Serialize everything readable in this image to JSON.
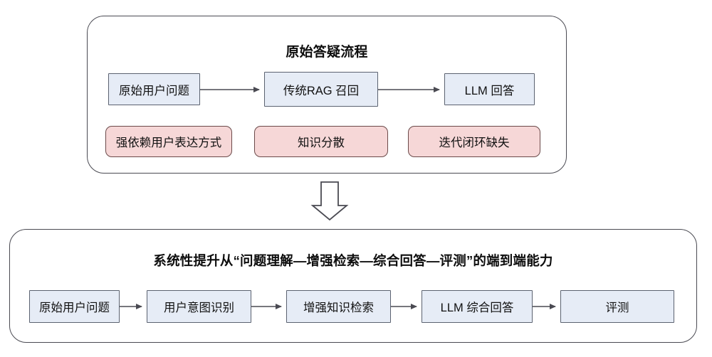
{
  "diagram": {
    "background_color": "#ffffff",
    "panels": [
      {
        "id": "original-flow",
        "title": "原始答疑流程",
        "border_color": "#4a4a52",
        "flow_nodes": [
          {
            "label": "原始用户问题"
          },
          {
            "label": "传统RAG 召回"
          },
          {
            "label": "LLM 回答"
          }
        ],
        "issue_nodes": [
          {
            "label": "强依赖用户表达方式"
          },
          {
            "label": "知识分散"
          },
          {
            "label": "迭代闭环缺失"
          }
        ]
      },
      {
        "id": "upgraded-flow",
        "title": "系统性提升从“问题理解—增强检索—综合回答—评测”的端到端能力",
        "border_color": "#4a4a52",
        "flow_nodes": [
          {
            "label": "原始用户问题"
          },
          {
            "label": "用户意图识别"
          },
          {
            "label": "增强知识检索"
          },
          {
            "label": "LLM 综合回答"
          },
          {
            "label": "评测"
          }
        ]
      }
    ],
    "transition": {
      "icon": "down-block-arrow",
      "fill_color": "#ffffff",
      "stroke_color": "#4a4a52"
    },
    "colors": {
      "node_blue_fill": "#e6ecf6",
      "node_blue_stroke": "#5b6270",
      "node_pink_fill": "#f6d7d7",
      "node_pink_stroke": "#6b4a4a",
      "connector": "#4a4a52",
      "text": "#111111"
    }
  }
}
